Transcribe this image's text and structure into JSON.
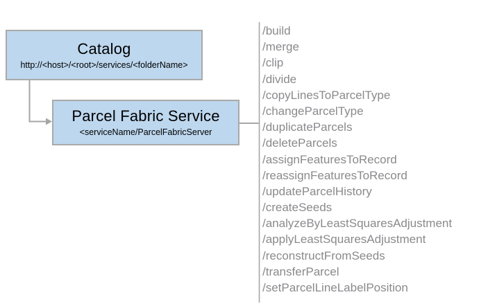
{
  "diagram": {
    "catalog_box": {
      "title": "Catalog",
      "subtitle": "http://<host>/<root>/services/<folderName>"
    },
    "service_box": {
      "title": "Parcel Fabric Service",
      "subtitle": "<serviceName/ParcelFabricServer"
    }
  },
  "endpoints": {
    "items": [
      "/build",
      "/merge",
      "/clip",
      "/divide",
      "/copyLinesToParcelType",
      "/changeParcelType",
      "/duplicateParcels",
      "/deleteParcels",
      "/assignFeaturesToRecord",
      "/reassignFeaturesToRecord",
      "/updateParcelHistory",
      "/createSeeds",
      "/analyzeByLeastSquaresAdjustment",
      "/applyLeastSquaresAdjustment",
      "/reconstructFromSeeds",
      "/transferParcel",
      "/setParcelLineLabelPosition"
    ]
  },
  "colors": {
    "box-fill": "#bdd7ee",
    "box-border": "#a9a9a9",
    "connector": "#a6a6a6",
    "endpoint-text": "#8a8a8e",
    "title-text": "#000000"
  }
}
